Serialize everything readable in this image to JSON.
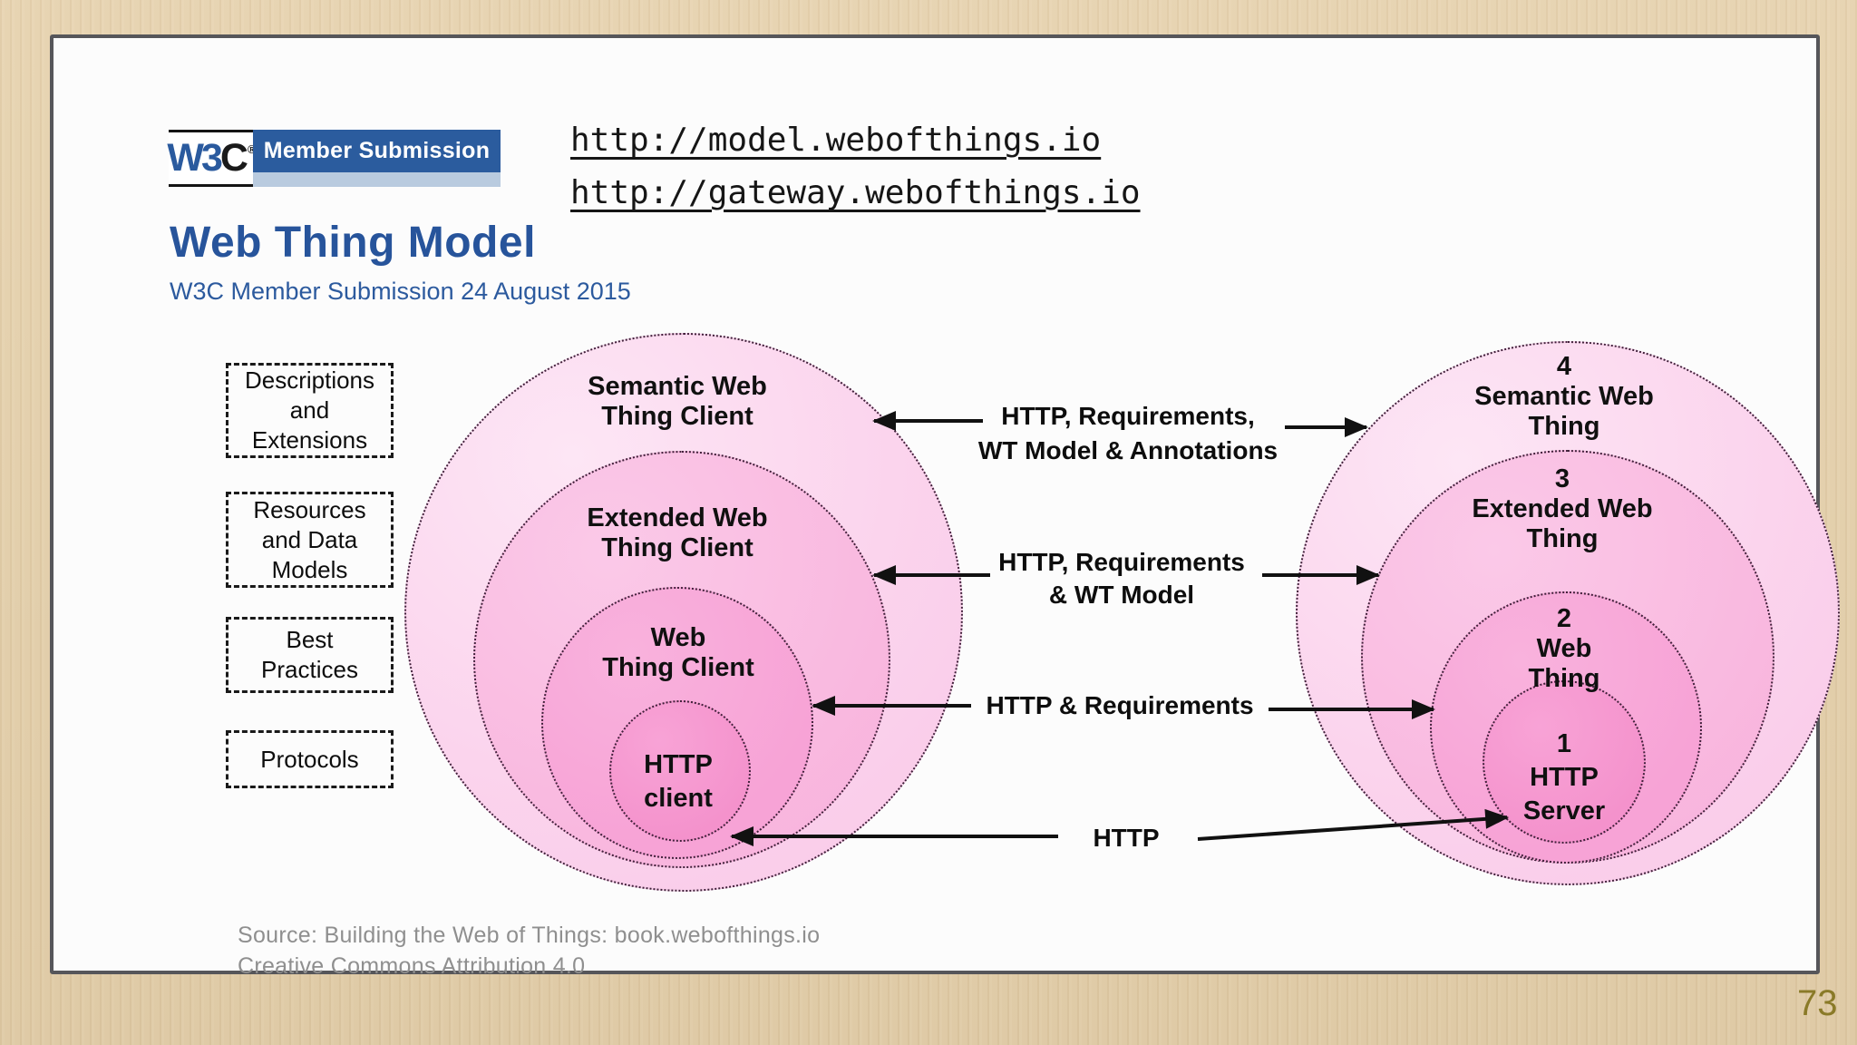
{
  "page": {
    "number": "73"
  },
  "header": {
    "logo": {
      "brand_w3": "W3",
      "brand_c": "C",
      "registered_mark": "®",
      "banner_label": "Member Submission"
    },
    "links": {
      "model_url": "http://model.webofthings.io",
      "gateway_url": "http://gateway.webofthings.io"
    },
    "title": "Web Thing Model",
    "subtitle": "W3C Member Submission 24 August 2015"
  },
  "legend_boxes": [
    {
      "lines": [
        "Descriptions",
        "and",
        "Extensions"
      ]
    },
    {
      "lines": [
        "Resources",
        "and Data",
        "Models"
      ]
    },
    {
      "lines": [
        "Best",
        "Practices"
      ]
    },
    {
      "lines": [
        "Protocols"
      ]
    }
  ],
  "client_stack": {
    "rings": [
      {
        "lines": [
          "Semantic Web",
          "Thing Client"
        ]
      },
      {
        "lines": [
          "Extended Web",
          "Thing Client"
        ]
      },
      {
        "lines": [
          "Web",
          "Thing Client"
        ]
      },
      {
        "lines": [
          "HTTP",
          "client"
        ]
      }
    ]
  },
  "server_stack": {
    "rings": [
      {
        "number": "4",
        "lines": [
          "Semantic Web",
          "Thing"
        ]
      },
      {
        "number": "3",
        "lines": [
          "Extended Web",
          "Thing"
        ]
      },
      {
        "number": "2",
        "lines": [
          "Web",
          "Thing"
        ]
      },
      {
        "number": "1",
        "lines": [
          "HTTP",
          "Server"
        ]
      }
    ]
  },
  "protocol_arrows": [
    {
      "lines": [
        "HTTP, Requirements,",
        "WT Model & Annotations"
      ]
    },
    {
      "lines": [
        "HTTP, Requirements",
        "& WT Model"
      ]
    },
    {
      "lines": [
        "HTTP & Requirements"
      ]
    },
    {
      "lines": [
        "HTTP"
      ]
    }
  ],
  "footer": {
    "source_line1": "Source: Building the Web of Things: book.webofthings.io",
    "source_line2": "Creative Commons Attribution 4.0"
  },
  "colors": {
    "brand_blue": "#2a5a9e",
    "banner_blue": "#2b5c9e",
    "banner_light_blue": "#b9cbdf",
    "ring_light": "#fbd4ed",
    "ring_mid": "#f9bae0",
    "ring_deep": "#f7a3d6",
    "ring_core": "#f492cc",
    "arrow_black": "#111111",
    "source_gray": "#8f8f8f",
    "page_number_olive": "#8a7a28",
    "wood_tan": "#e6d2ae"
  }
}
